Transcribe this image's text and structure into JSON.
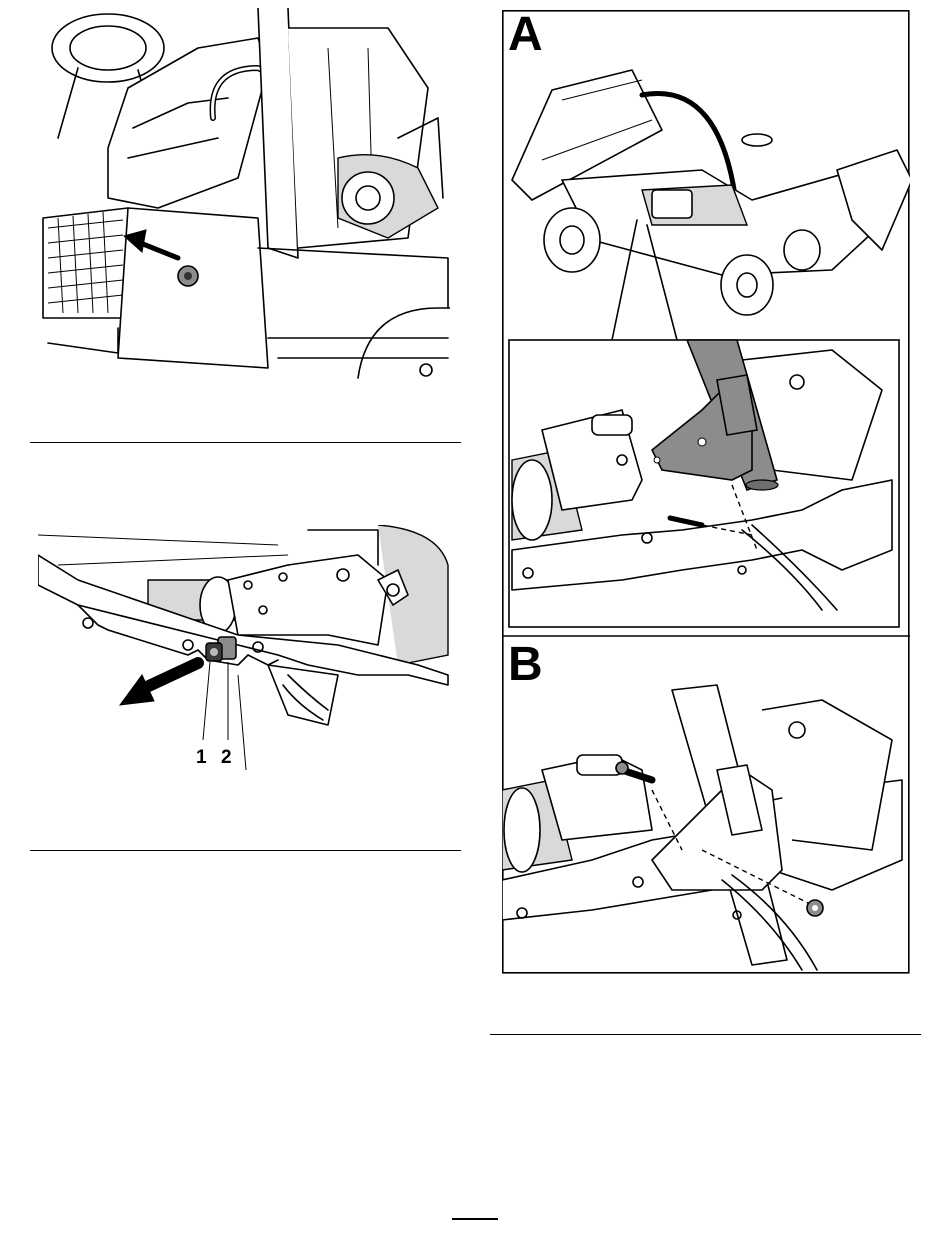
{
  "figures": {
    "fig1": {
      "icons": [
        "arrow-icon",
        "nut-icon"
      ]
    },
    "fig2": {
      "callouts": [
        "1",
        "2"
      ],
      "icons": [
        "arrow-icon",
        "nut-icon"
      ]
    },
    "fig3": {
      "panels": [
        "A",
        "B"
      ]
    }
  }
}
